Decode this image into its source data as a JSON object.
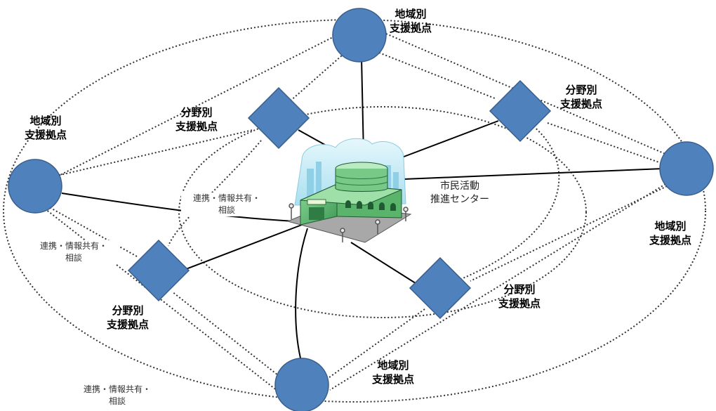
{
  "labels": {
    "regional_hub": "地域別\n支援拠点",
    "field_hub": "分野別\n支援拠点",
    "center": "市民活動\n推進センター",
    "link": "連携・情報共有・\n相談"
  },
  "colors": {
    "node_fill": "#4f81bd",
    "node_stroke": "#385d8a",
    "solid_line": "#000000",
    "dotted_line": "#333333",
    "building_body": "#6cc47a",
    "building_dark": "#2f7d44",
    "sky": "#bfe8f5"
  },
  "icons": {
    "regional_hub": "circle",
    "field_hub": "diamond",
    "center": "building-illustration"
  }
}
